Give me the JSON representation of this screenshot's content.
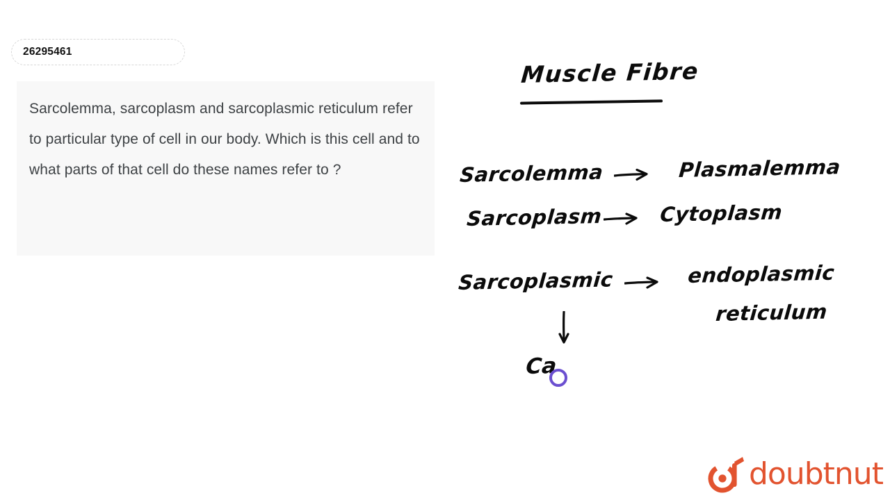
{
  "page": {
    "background_color": "#ffffff",
    "brand_color": "#e2532f",
    "ink_color": "#0b0b0b",
    "cursor_ring_color": "#6b4fd0"
  },
  "question": {
    "id_badge_label": "26295461",
    "text": "Sarcolemma, sarcoplasm and sarcoplasmic reticulum refer to particular type of cell in our body. Which is this cell and to what parts of that cell do these names refer to ?",
    "panel_background": "#f8f8f8",
    "text_color": "#3d4144"
  },
  "solution": {
    "title": "Muscle Fibre",
    "rows": [
      {
        "term": "Sarcolemma",
        "arrow": "right-arrow",
        "value": "Plasmalemma"
      },
      {
        "term": "Sarcoplasm",
        "arrow": "right-arrow",
        "value": "Cytoplasm"
      },
      {
        "term": "Sarcoplasmic",
        "arrow": "right-arrow",
        "value_line1": "endoplasmic",
        "value_line2": "reticulum"
      }
    ],
    "branch": {
      "arrow": "down-arrow",
      "label": "Ca"
    }
  },
  "branding": {
    "wordmark": "doubtnut",
    "mark_icon": "doubtnut-d-megaphone-icon"
  }
}
